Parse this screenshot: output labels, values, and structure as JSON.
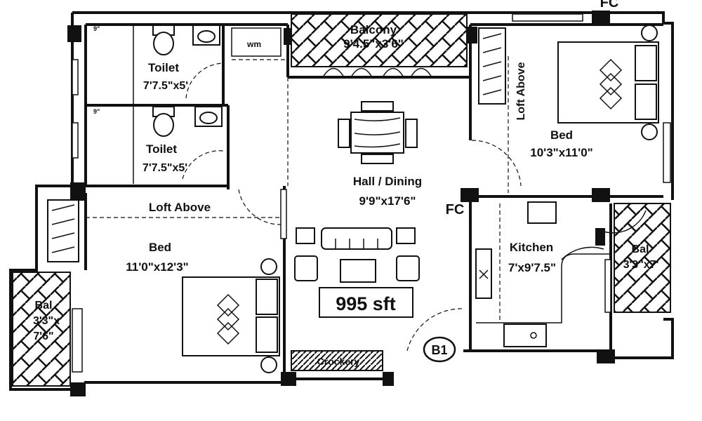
{
  "plan": {
    "unit_code": "B1",
    "area": "995 sft",
    "rooms": {
      "balcony_top": {
        "name": "Balcony",
        "size": "9'4.5\"x3'6\""
      },
      "toilet_1": {
        "name": "Toilet",
        "size": "7'7.5\"x5'"
      },
      "toilet_2": {
        "name": "Toilet",
        "size": "7'7.5\"x5'"
      },
      "wm": {
        "name": "wm"
      },
      "loft_above_left": {
        "name": "Loft Above"
      },
      "loft_above_right": {
        "name": "Loft Above"
      },
      "bed_right": {
        "name": "Bed",
        "size": "10'3\"x11'0\""
      },
      "hall_dining": {
        "name": "Hall / Dining",
        "size": "9'9\"x17'6\""
      },
      "bed_left": {
        "name": "Bed",
        "size": "11'0\"x12'3\""
      },
      "kitchen": {
        "name": "Kitchen",
        "size": "7'x9'7.5\""
      },
      "bal_right": {
        "name": "Bal",
        "size": "3'3\"x7'"
      },
      "bal_left": {
        "name": "Bal",
        "size_line1": "3'3\"x",
        "size_line2": "7'6\""
      },
      "crockery": {
        "name": "Crockery"
      }
    },
    "fc_labels": [
      "FC",
      "FC"
    ],
    "tiny_marks": [
      "9\"",
      "9\""
    ]
  }
}
